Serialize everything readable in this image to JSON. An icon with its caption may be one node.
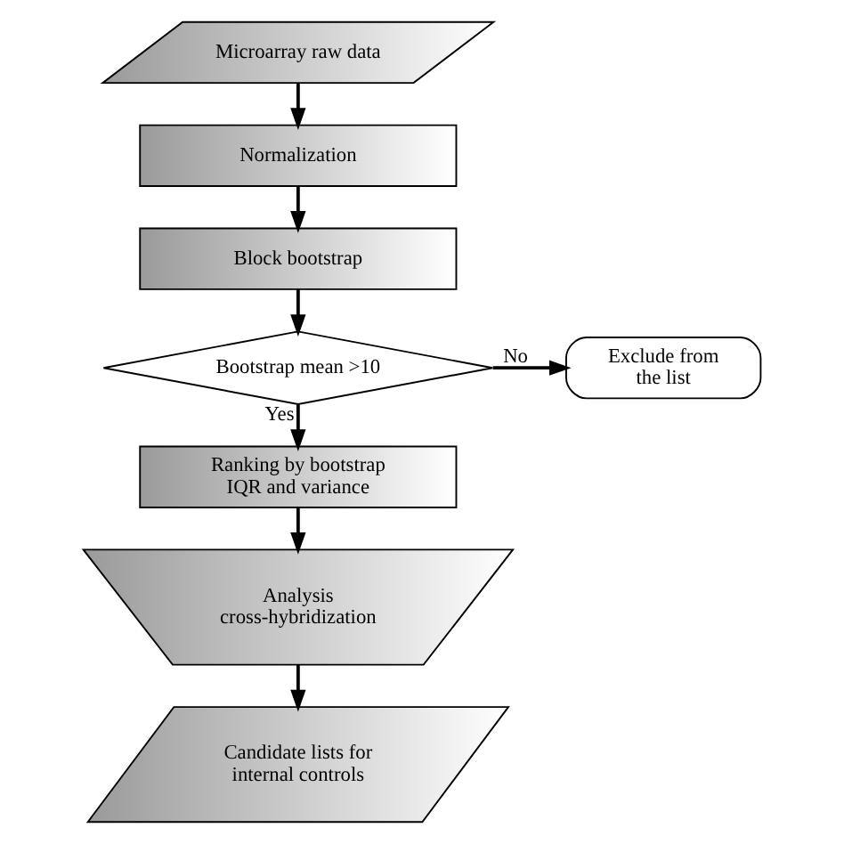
{
  "diagram": {
    "nodes": [
      {
        "text": [
          "Microarray raw data"
        ]
      },
      {
        "text": [
          "Normalization"
        ]
      },
      {
        "text": [
          "Block bootstrap"
        ]
      },
      {
        "text": [
          "Bootstrap mean >10"
        ]
      },
      {
        "text": [
          "Exclude from the list"
        ]
      },
      {
        "text": [
          "Ranking by bootstrap IQR and variance"
        ]
      },
      {
        "text": [
          "Analysis cross-hybridization"
        ]
      },
      {
        "text": [
          "Candidate lists for internal controls"
        ]
      }
    ],
    "edges": [
      {
        "from": 0,
        "to": 1,
        "arrow": "to"
      },
      {
        "from": 1,
        "to": 2,
        "arrow": "to"
      },
      {
        "from": 2,
        "to": 3,
        "arrow": "to"
      },
      {
        "from": 3,
        "to": 4,
        "arrow": "to",
        "label": "No"
      },
      {
        "from": 3,
        "to": 5,
        "arrow": "to",
        "label": "Yes"
      },
      {
        "from": 5,
        "to": 6,
        "arrow": "to"
      },
      {
        "from": 6,
        "to": 7,
        "arrow": "to"
      }
    ]
  }
}
